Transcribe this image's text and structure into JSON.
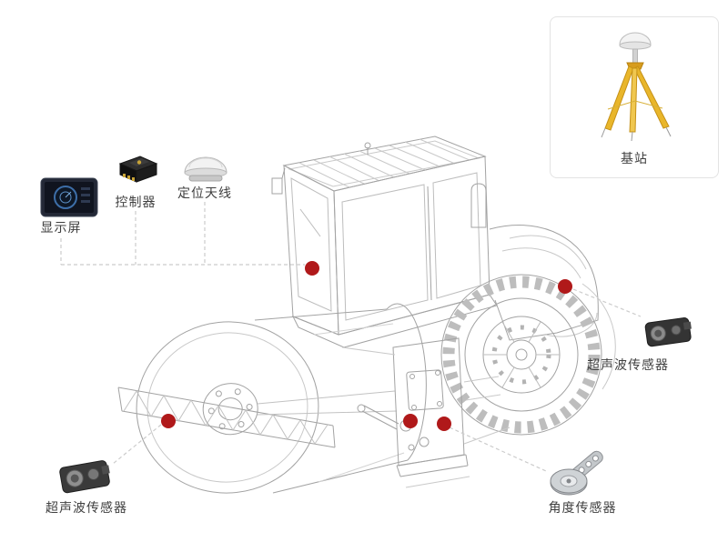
{
  "diagram": {
    "title_hint": "roller-machine-sensor-layout",
    "base_station": {
      "label": "基站"
    },
    "display": {
      "label": "显示屏"
    },
    "controller": {
      "label": "控制器"
    },
    "antenna": {
      "label": "定位天线"
    },
    "ultrasonic_right": {
      "label": "超声波传感器"
    },
    "ultrasonic_left": {
      "label": "超声波传感器"
    },
    "angle_sensor": {
      "label": "角度传感器"
    },
    "colors": {
      "marker_red": "#b0191a",
      "tripod_yellow": "#e9b62b",
      "connector_gray": "#cccccc",
      "wireframe_gray": "#a3a3a3"
    }
  }
}
